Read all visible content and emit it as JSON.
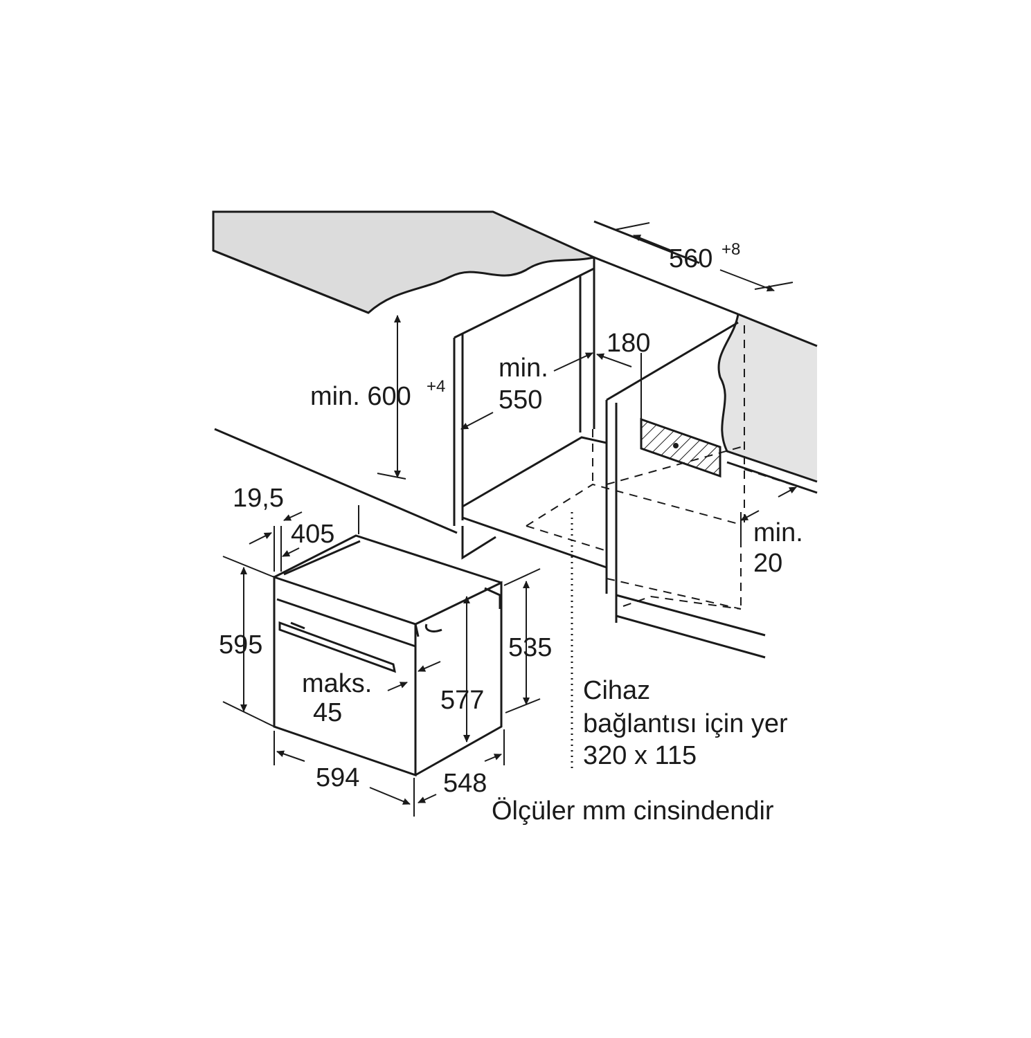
{
  "labels": {
    "niche_width": "560",
    "niche_width_tol": "+8",
    "conn_offset": "180",
    "niche_depth_l1": "min.",
    "niche_depth_l2": "550",
    "niche_height": "min. 600",
    "niche_height_tol": "+4",
    "gap_l1": "min.",
    "gap_l2": "20",
    "front_thickness": "19,5",
    "body_offset": "405",
    "oven_height": "595",
    "body_height": "535",
    "inner_height": "577",
    "handle_l1": "maks.",
    "handle_l2": "45",
    "oven_width": "594",
    "oven_depth": "548",
    "conn_l1": "Cihaz",
    "conn_l2": "bağlantısı için yer",
    "conn_l3": "320 x 115",
    "units_note": "Ölçüler mm cinsindendir"
  },
  "colors": {
    "line": "#1a1a1a",
    "counter": "#dcdcdc",
    "background": "#ffffff"
  }
}
